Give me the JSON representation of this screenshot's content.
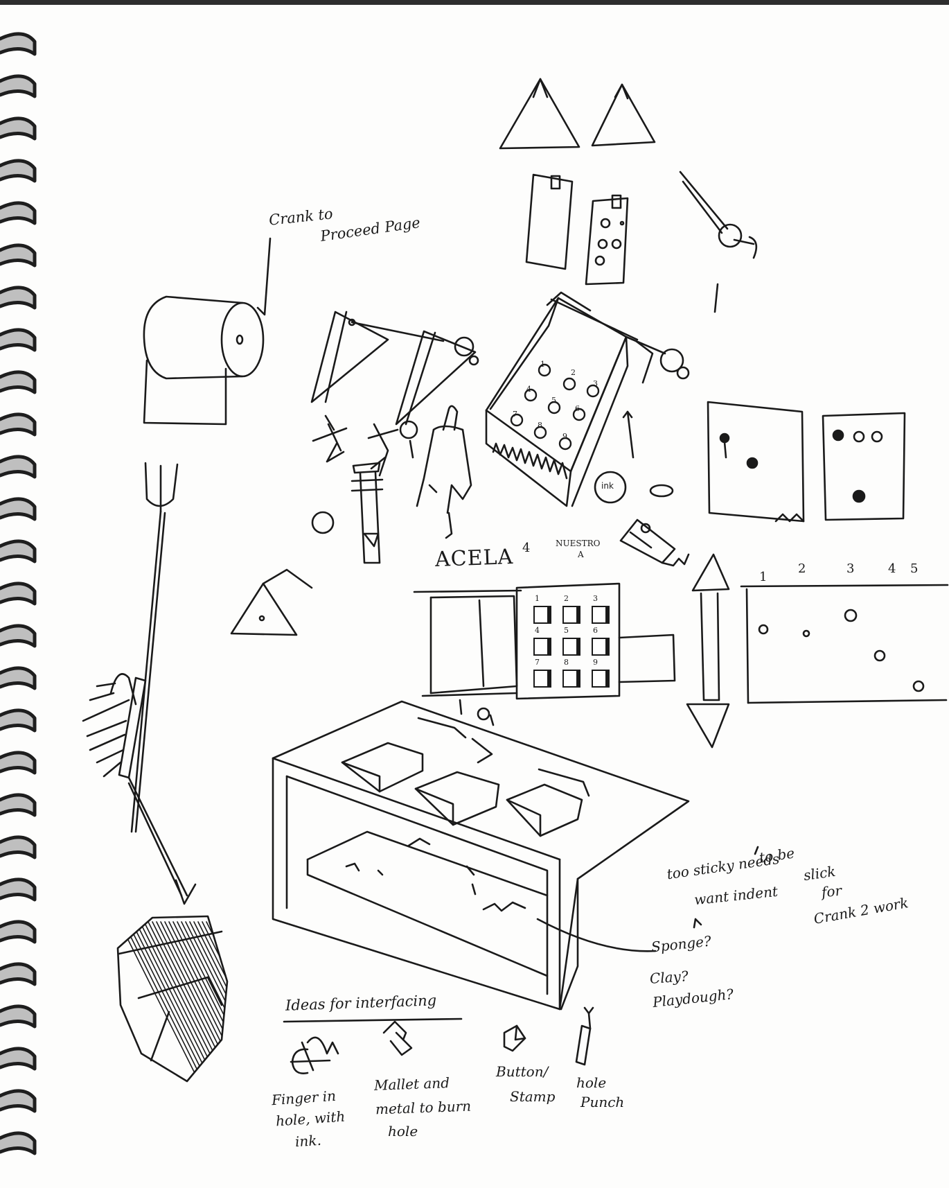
{
  "labels": {
    "crank": "Crank to",
    "crank2": "Proceed Page",
    "acela": "ACELA",
    "nuestro": "NUESTRO",
    "nuestro_a": "A",
    "ink": "ink",
    "notes_top": "too sticky needs",
    "notes_tobe": "to be",
    "notes_slick": "slick",
    "notes_want": "want indent",
    "notes_for": "for",
    "notes_crank": "Crank 2 work",
    "sponge": "Sponge?",
    "clay": "Clay?",
    "playdough": "Playdough?",
    "ideas_title": "Ideas for interfacing",
    "idea1_l1": "Finger in",
    "idea1_l2": "hole, with",
    "idea1_l3": "ink.",
    "idea2_l1": "Mallet and",
    "idea2_l2": "metal to burn",
    "idea2_l3": "hole",
    "idea3_l1": "Button/",
    "idea3_l2": "Stamp",
    "idea4_l1": "hole",
    "idea4_l2": "Punch"
  },
  "grid_numbers": [
    "1",
    "2",
    "3",
    "4",
    "5",
    "6",
    "7",
    "8",
    "9"
  ],
  "machine_numbers": [
    "1",
    "2",
    "3",
    "4",
    "5",
    "6",
    "7",
    "8",
    "9"
  ],
  "chart_numbers": [
    "1",
    "2",
    "3",
    "4",
    "5"
  ]
}
